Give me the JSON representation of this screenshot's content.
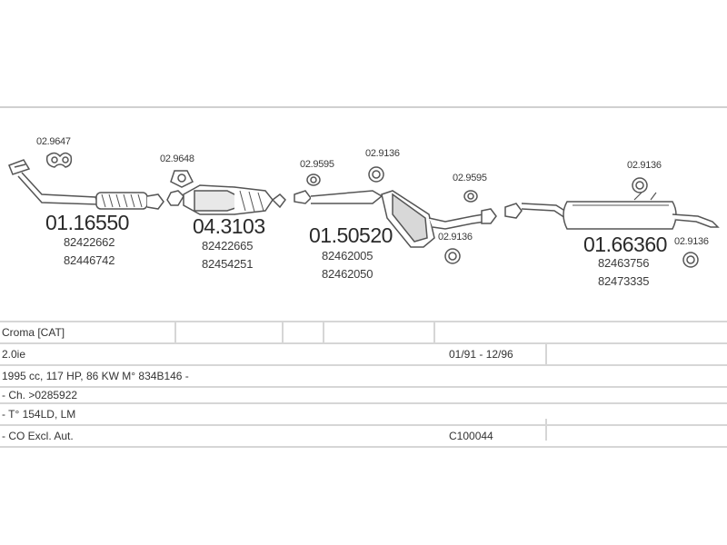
{
  "parts": [
    {
      "number": "01.16550",
      "oem": [
        "82422662",
        "82446742"
      ],
      "accessories": [
        "02.9647"
      ]
    },
    {
      "number": "04.3103",
      "oem": [
        "82422665",
        "82454251"
      ],
      "accessories": [
        "02.9648"
      ]
    },
    {
      "number": "01.50520",
      "oem": [
        "82462005",
        "82462050"
      ],
      "accessories": [
        "02.9595",
        "02.9136",
        "02.9595",
        "02.9136"
      ]
    },
    {
      "number": "01.66360",
      "oem": [
        "82463756",
        "82473335"
      ],
      "accessories": [
        "02.9136",
        "02.9136"
      ]
    }
  ],
  "vehicle": {
    "model": "Croma  [CAT]",
    "engine": "2.0ie",
    "period": "01/91 - 12/96",
    "details": "1995 cc, 117 HP, 86 KW M° 834B146 -",
    "chassis": "- Ch. >0285922",
    "type": "- T° 154LD, LM",
    "note": "- CO Excl. Aut.",
    "code": "C100044"
  }
}
